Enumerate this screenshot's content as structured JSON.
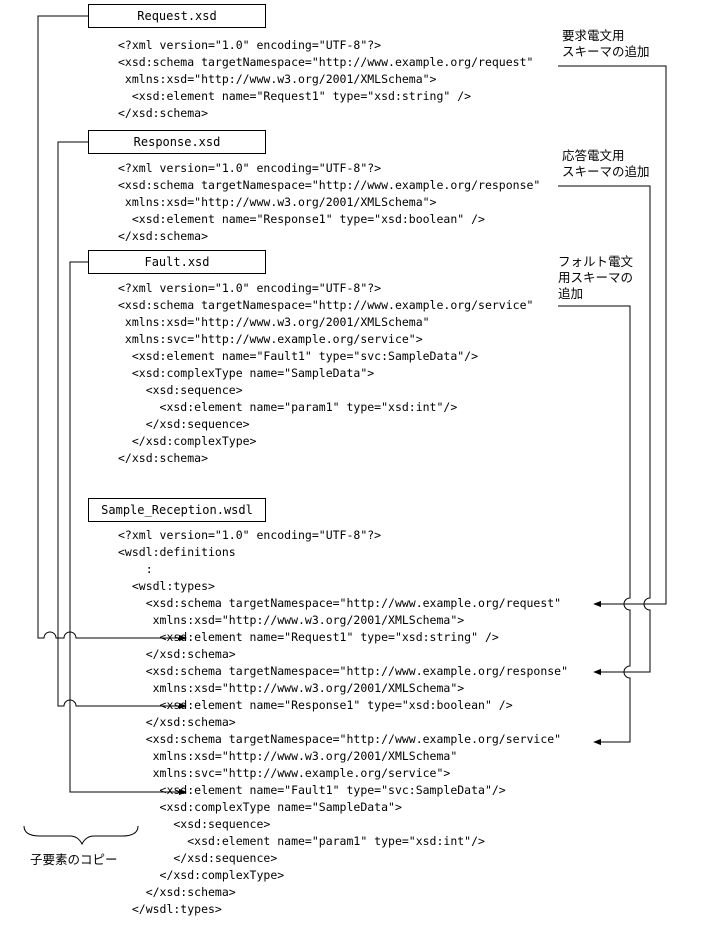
{
  "files": {
    "request": {
      "name": "Request.xsd",
      "lines": [
        "<?xml version=\"1.0\" encoding=\"UTF-8\"?>",
        "<xsd:schema targetNamespace=\"http://www.example.org/request\"",
        " xmlns:xsd=\"http://www.w3.org/2001/XMLSchema\">",
        "  <xsd:element name=\"Request1\" type=\"xsd:string\" />",
        "</xsd:schema>"
      ]
    },
    "response": {
      "name": "Response.xsd",
      "lines": [
        "<?xml version=\"1.0\" encoding=\"UTF-8\"?>",
        "<xsd:schema targetNamespace=\"http://www.example.org/response\"",
        " xmlns:xsd=\"http://www.w3.org/2001/XMLSchema\">",
        "  <xsd:element name=\"Response1\" type=\"xsd:boolean\" />",
        "</xsd:schema>"
      ]
    },
    "fault": {
      "name": "Fault.xsd",
      "lines": [
        "<?xml version=\"1.0\" encoding=\"UTF-8\"?>",
        "<xsd:schema targetNamespace=\"http://www.example.org/service\"",
        " xmlns:xsd=\"http://www.w3.org/2001/XMLSchema\"",
        " xmlns:svc=\"http://www.example.org/service\">",
        "  <xsd:element name=\"Fault1\" type=\"svc:SampleData\"/>",
        "  <xsd:complexType name=\"SampleData\">",
        "    <xsd:sequence>",
        "      <xsd:element name=\"param1\" type=\"xsd:int\"/>",
        "    </xsd:sequence>",
        "  </xsd:complexType>",
        "</xsd:schema>"
      ]
    },
    "wsdl": {
      "name": "Sample_Reception.wsdl",
      "lines": [
        "<?xml version=\"1.0\" encoding=\"UTF-8\"?>",
        "<wsdl:definitions",
        "    :",
        "  <wsdl:types>",
        "    <xsd:schema targetNamespace=\"http://www.example.org/request\"",
        "     xmlns:xsd=\"http://www.w3.org/2001/XMLSchema\">",
        "      <xsd:element name=\"Request1\" type=\"xsd:string\" />",
        "    </xsd:schema>",
        "    <xsd:schema targetNamespace=\"http://www.example.org/response\"",
        "     xmlns:xsd=\"http://www.w3.org/2001/XMLSchema\">",
        "      <xsd:element name=\"Response1\" type=\"xsd:boolean\" />",
        "    </xsd:schema>",
        "    <xsd:schema targetNamespace=\"http://www.example.org/service\"",
        "     xmlns:xsd=\"http://www.w3.org/2001/XMLSchema\"",
        "     xmlns:svc=\"http://www.example.org/service\">",
        "      <xsd:element name=\"Fault1\" type=\"svc:SampleData\"/>",
        "      <xsd:complexType name=\"SampleData\">",
        "        <xsd:sequence>",
        "          <xsd:element name=\"param1\" type=\"xsd:int\"/>",
        "        </xsd:sequence>",
        "      </xsd:complexType>",
        "    </xsd:schema>",
        "  </wsdl:types>"
      ]
    }
  },
  "annotations": {
    "request_schema_add": "要求電文用\nスキーマの追加",
    "response_schema_add": "応答電文用\nスキーマの追加",
    "fault_schema_add": "フォルト電文\n用スキーマの\n追加",
    "child_copy": "子要素のコピー"
  }
}
